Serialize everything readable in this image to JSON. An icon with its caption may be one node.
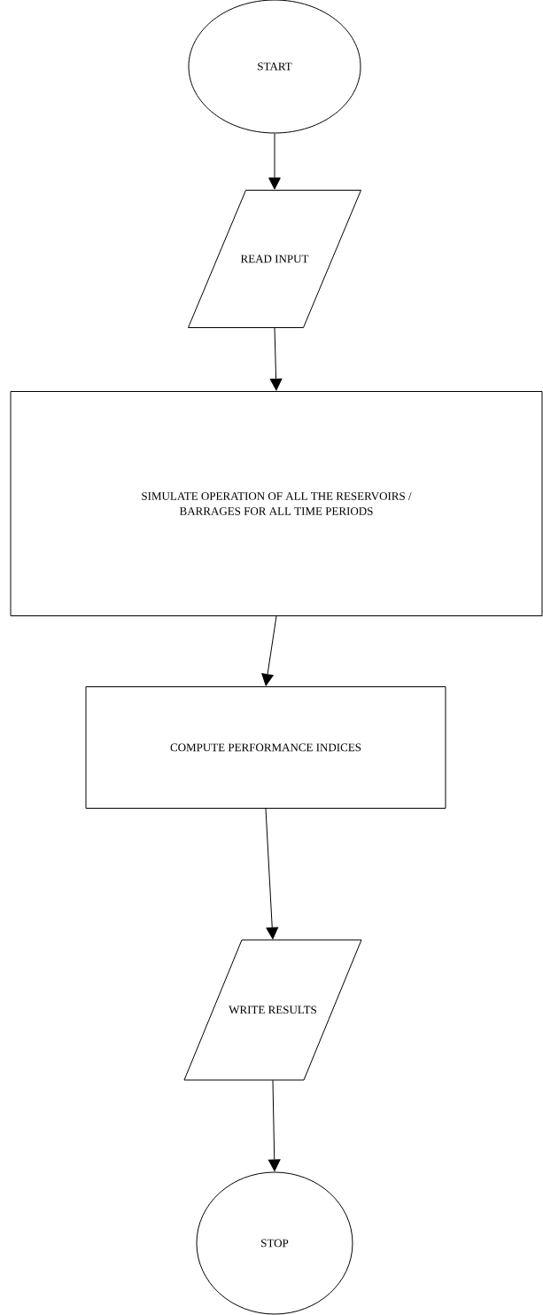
{
  "diagram": {
    "nodes": [
      {
        "text": [
          "START"
        ]
      },
      {
        "text": [
          "READ INPUT"
        ]
      },
      {
        "text": [
          "SIMULATE OPERATION OF ALL THE RESERVOIRS / BARRAGES FOR ALL TIME PERIODS"
        ]
      },
      {
        "text": [
          "COMPUTE PERFORMANCE INDICES"
        ]
      },
      {
        "text": [
          "WRITE RESULTS"
        ]
      },
      {
        "text": [
          "STOP"
        ]
      }
    ],
    "edges": [
      {
        "from": 0,
        "to": 1,
        "arrow": "to"
      },
      {
        "from": 1,
        "to": 2,
        "arrow": "to"
      },
      {
        "from": 2,
        "to": 3,
        "arrow": "to"
      },
      {
        "from": 3,
        "to": 4,
        "arrow": "to"
      },
      {
        "from": 4,
        "to": 5,
        "arrow": "to"
      }
    ]
  }
}
